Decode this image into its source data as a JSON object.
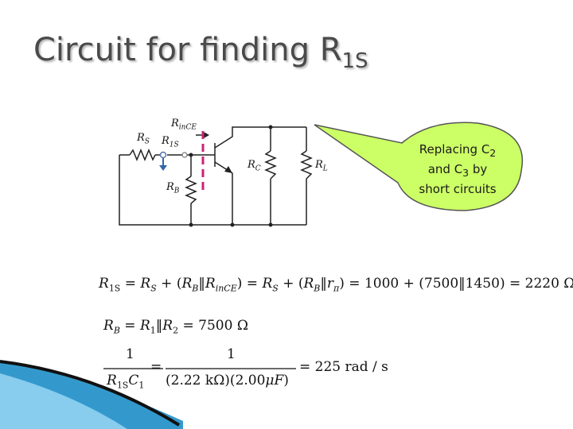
{
  "title": {
    "main": "Circuit for finding R",
    "sub": "1S"
  },
  "callout": {
    "line1_pre": "Replacing C",
    "line1_sub": "2",
    "line2_pre": "and C",
    "line2_sub": "3",
    "line2_post": " by",
    "line3": "short circuits",
    "fill": "#ccff66"
  },
  "circuit": {
    "rs": {
      "base": "R",
      "sub": "S"
    },
    "rince": {
      "base": "R",
      "sub": "inCE"
    },
    "r1s": {
      "base": "R",
      "sub": "1S"
    },
    "rb": {
      "base": "R",
      "sub": "B"
    },
    "rc": {
      "base": "R",
      "sub": "C"
    },
    "rl": {
      "base": "R",
      "sub": "L"
    }
  },
  "equations": {
    "eq1": {
      "lhs": "R",
      "lhs_sub": "1S",
      "rs": "R",
      "rs_sub": "S",
      "rb": "R",
      "rb_sub": "B",
      "rin": "R",
      "rin_sub": "inCE",
      "rs2": "R",
      "rs2_sub": "S",
      "rb2": "R",
      "rb2_sub": "B",
      "rpi": "r",
      "rpi_sub": "π",
      "num1": "1000",
      "num2": "7500",
      "num3": "1450",
      "result": "2220 Ω"
    },
    "eq2": {
      "lhs": "R",
      "lhs_sub": "B",
      "r1": "R",
      "r1_sub": "1",
      "r2": "R",
      "r2_sub": "2",
      "result": "7500 Ω"
    },
    "eq3": {
      "num": "1",
      "den_r": "R",
      "den_r_sub": "1S",
      "den_c": "C",
      "den_c_sub": "1",
      "num2": "1",
      "den2_a": "2.22 kΩ",
      "den2_b": "2.00",
      "den2_mu": "μ",
      "den2_f": "F",
      "result": "225 rad / s"
    }
  },
  "colors": {
    "accent_dashed": "#cc2277",
    "arrow": "#3366aa",
    "node_blue": "#5577aa",
    "wave_dark": "#111111",
    "wave_blue": "#3399cc"
  }
}
